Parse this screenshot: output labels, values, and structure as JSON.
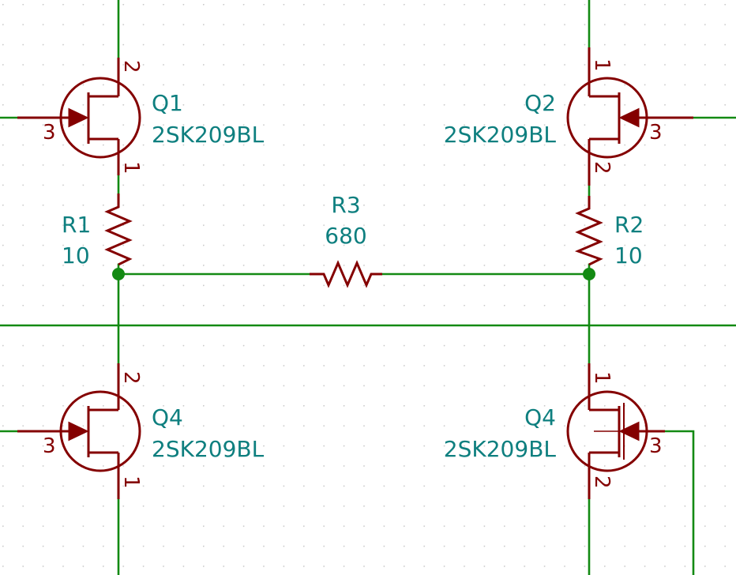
{
  "colors": {
    "background": "#ffffff",
    "grid_dot": "#c8c8c8",
    "wire": "#138a13",
    "component": "#840000",
    "label": "#0e7f7f",
    "junction": "#138a13"
  },
  "components": {
    "q1": {
      "ref": "Q1",
      "value": "2SK209BL",
      "pin_drain": "2",
      "pin_source": "1",
      "pin_gate": "3"
    },
    "q2": {
      "ref": "Q2",
      "value": "2SK209BL",
      "pin_drain": "2",
      "pin_source": "1",
      "pin_gate": "3"
    },
    "q3": {
      "ref": "Q4",
      "value": "2SK209BL",
      "pin_drain": "2",
      "pin_source": "1",
      "pin_gate": "3"
    },
    "q4": {
      "ref": "Q4",
      "value": "2SK209BL",
      "pin_drain": "2",
      "pin_source": "1",
      "pin_gate": "3"
    },
    "r1": {
      "ref": "R1",
      "value": "10"
    },
    "r2": {
      "ref": "R2",
      "value": "10"
    },
    "r3": {
      "ref": "R3",
      "value": "680"
    }
  }
}
